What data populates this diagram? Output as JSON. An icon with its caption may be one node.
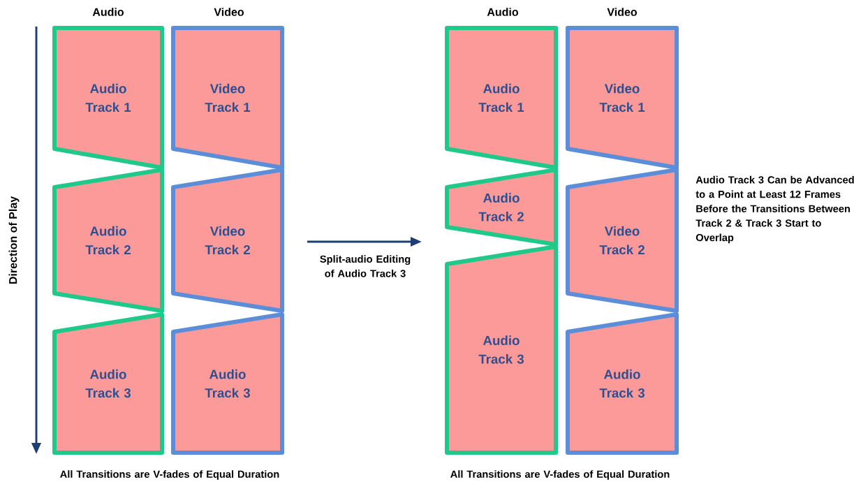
{
  "diagram": {
    "nodes": [
      {
        "text": [
          "Audio Track 1"
        ]
      },
      {
        "text": [
          "Audio Track 2"
        ]
      },
      {
        "text": [
          "Audio Track 3"
        ]
      },
      {
        "text": [
          "Video Track 1"
        ]
      },
      {
        "text": [
          "Video Track 2"
        ]
      },
      {
        "text": [
          "Audio Track 3"
        ]
      },
      {
        "text": [
          "Audio Track 1"
        ]
      },
      {
        "text": [
          "Audio Track 2"
        ]
      },
      {
        "text": [
          "Audio Track 3"
        ]
      },
      {
        "text": [
          "Video Track 1"
        ]
      },
      {
        "text": [
          "Video Track 2"
        ]
      },
      {
        "text": [
          "Audio Track 3"
        ]
      }
    ],
    "labels": [
      "Audio",
      "Video",
      "Audio",
      "Video",
      "Direction of Play",
      "Split-audio Editing of Audio Track 3",
      "Audio Track 3 Can be Advanced to a Point at Least 12 Frames Before the Transitions Between Track 2 & Track 3 Start to Overlap",
      "All Transitions are V-fades of Equal Duration",
      "All Transitions are V-fades of Equal Duration"
    ]
  }
}
